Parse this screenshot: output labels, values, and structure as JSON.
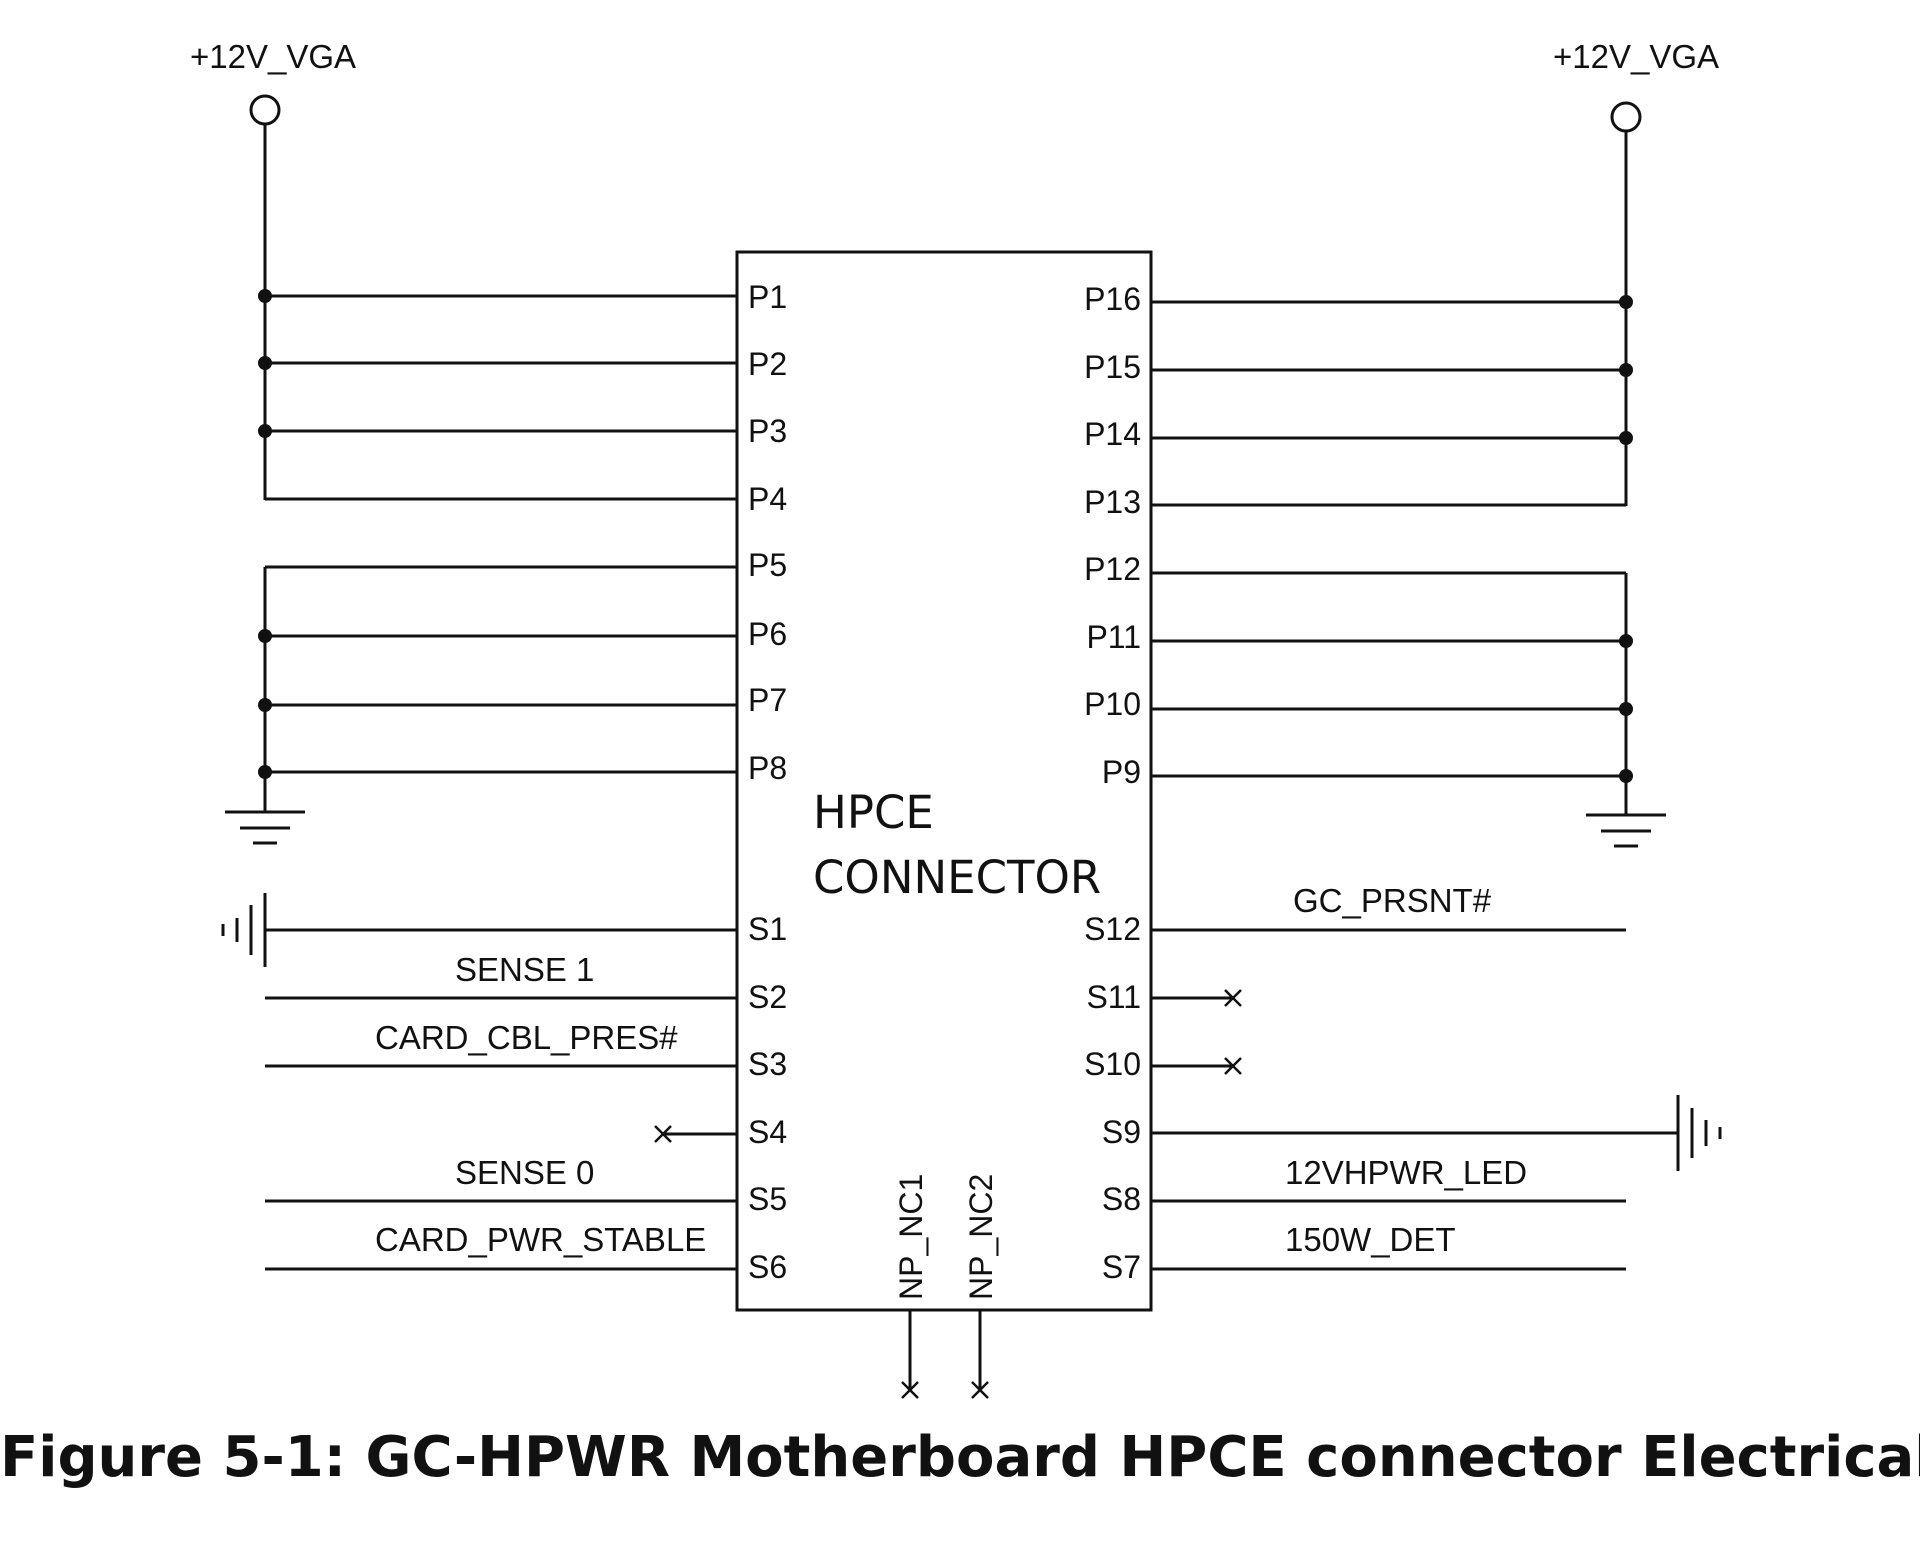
{
  "power_left": "+12V_VGA",
  "power_right": "+12V_VGA",
  "connector": {
    "title_line1": "HPCE",
    "title_line2": "CONNECTOR"
  },
  "pins_left": [
    "P1",
    "P2",
    "P3",
    "P4",
    "P5",
    "P6",
    "P7",
    "P8",
    "S1",
    "S2",
    "S3",
    "S4",
    "S5",
    "S6"
  ],
  "pins_right": [
    "P16",
    "P15",
    "P14",
    "P13",
    "P12",
    "P11",
    "P10",
    "P9",
    "S12",
    "S11",
    "S10",
    "S9",
    "S8",
    "S7"
  ],
  "nets": {
    "sense1": "SENSE 1",
    "card_cbl_pres": "CARD_CBL_PRES#",
    "sense0": "SENSE 0",
    "card_pwr_stable": "CARD_PWR_STABLE",
    "gc_prsnt": "GC_PRSNT#",
    "led": "12VHPWR_LED",
    "det": "150W_DET"
  },
  "bottom_pins": [
    "NP_NC1",
    "NP_NC2"
  ],
  "caption": "Figure 5-1: GC-HPWR Motherboard HPCE connector Electrical"
}
